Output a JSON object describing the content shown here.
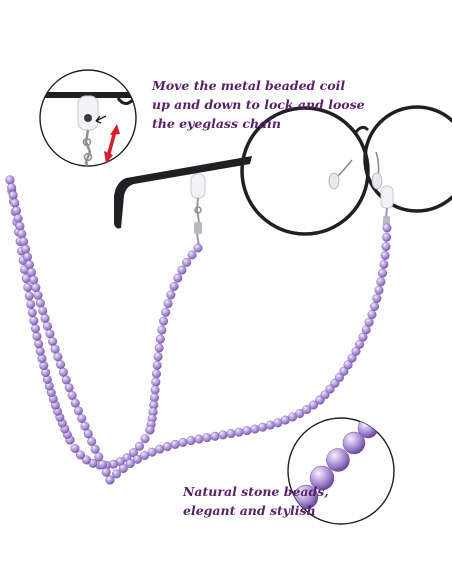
{
  "top_callout": {
    "lines": [
      "Move the metal beaded coil",
      "up and down to lock and loose",
      "the eyeglass chain"
    ],
    "color": "#5a1f6b"
  },
  "bottom_callout": {
    "lines": [
      "Natural stone beads,",
      "elegant and stylish"
    ],
    "color": "#5a1f6b"
  },
  "colors": {
    "bead_light": "#d3c3ec",
    "bead_mid": "#a58bd0",
    "bead_dark": "#6b4c9a",
    "frame": "#1f1f24",
    "arrow": "#d81e2a"
  },
  "icons": [
    "round-eyeglasses",
    "beaded-chain",
    "metal-coil-connector",
    "double-headed-arrow"
  ]
}
